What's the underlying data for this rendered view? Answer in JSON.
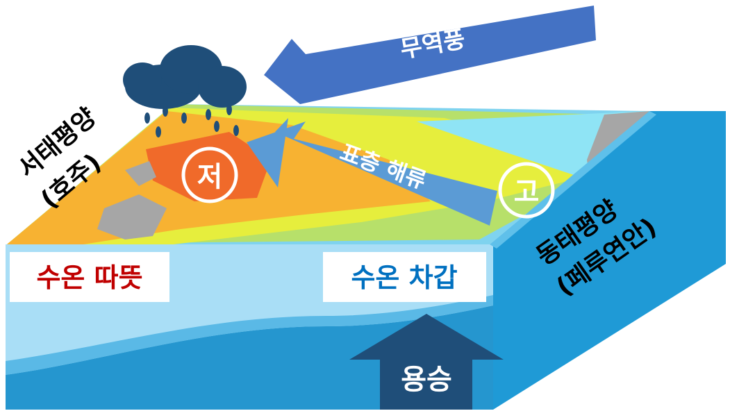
{
  "labels": {
    "trade_wind": "무역풍",
    "surface_current": "표층 해류",
    "west_pacific_line1": "서태평양",
    "west_pacific_line2": "(호주)",
    "east_pacific_line1": "동태평양",
    "east_pacific_line2": "(페루연안)",
    "low_pressure": "저",
    "high_pressure": "고",
    "warm_water": "수온 따뜻",
    "cold_water": "수온 차갑",
    "upwelling": "용승"
  },
  "colors": {
    "trade_wind_arrow": "#4472c4",
    "current_arrow": "#5b9bd5",
    "upwelling_arrow": "#1f4e79",
    "cloud": "#1f4e79",
    "warm_text": "#c00000",
    "cold_text": "#0070c0",
    "ocean_front": "#9fd9f5",
    "ocean_side": "#1f9ad6"
  }
}
